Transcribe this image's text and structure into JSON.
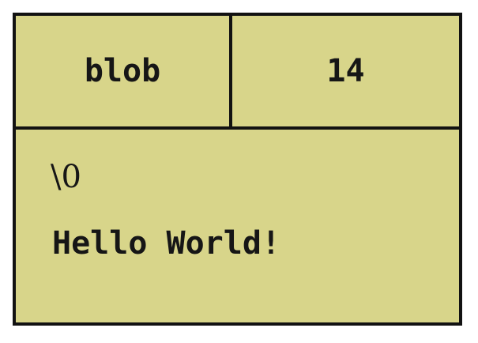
{
  "blob": {
    "type_label": "blob",
    "size": "14",
    "null_marker": "\\0",
    "content": "Hello World!"
  },
  "colors": {
    "fill": "#d8d58a",
    "border": "#121212",
    "text": "#161616"
  }
}
